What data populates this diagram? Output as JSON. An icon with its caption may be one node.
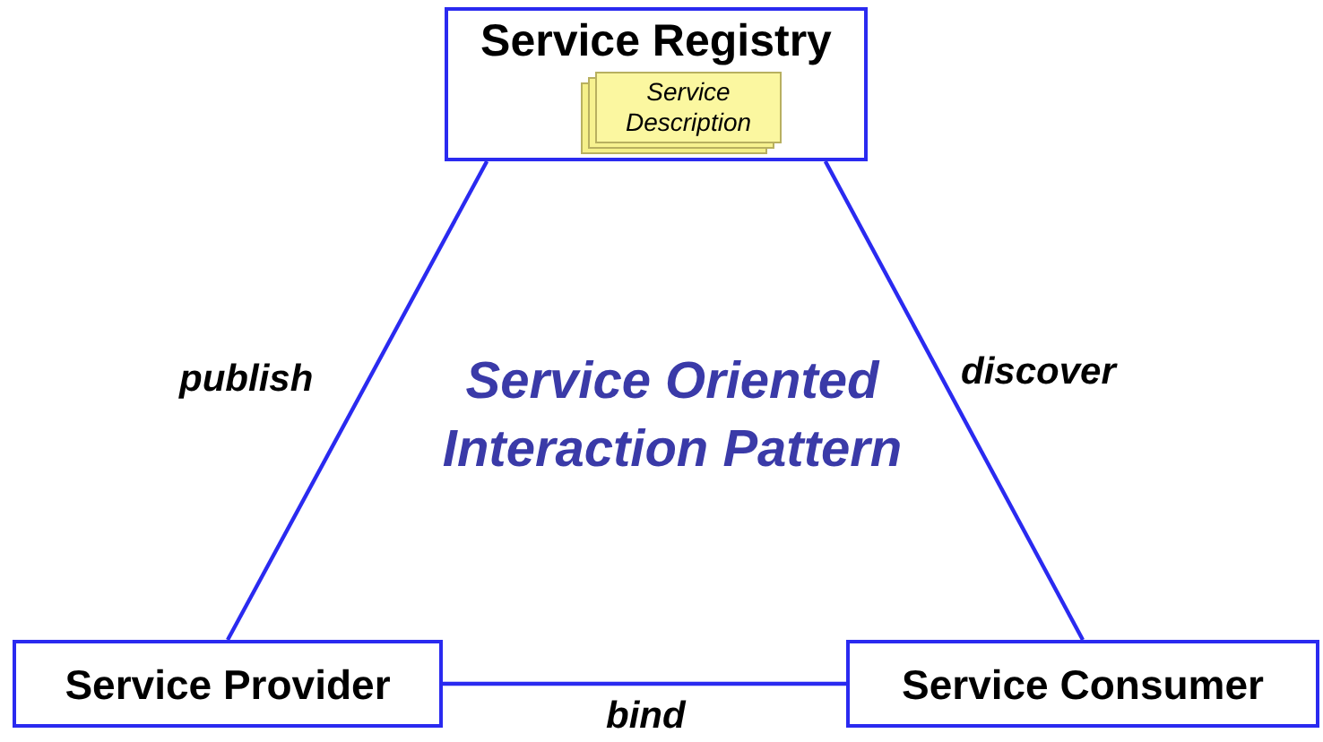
{
  "diagram": {
    "nodes": [
      {
        "text": [
          "Service Registry"
        ]
      },
      {
        "text": [
          "Service Description"
        ],
        "in": 0
      },
      {
        "text": [
          "Service Provider"
        ]
      },
      {
        "text": [
          "Service Consumer"
        ]
      }
    ],
    "edges": [
      {
        "from": 0,
        "to": 2,
        "arrow": "none",
        "label": "publish"
      },
      {
        "from": 0,
        "to": 3,
        "arrow": "none",
        "label": "discover"
      },
      {
        "from": 2,
        "to": 3,
        "arrow": "none",
        "label": "bind"
      }
    ],
    "labels": [
      "Service Oriented Interaction Pattern"
    ]
  }
}
